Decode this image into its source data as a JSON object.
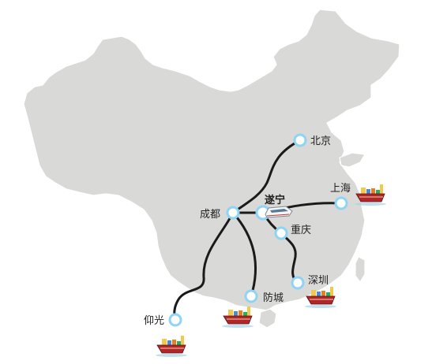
{
  "map": {
    "land_color": "#d9d9d8",
    "route_color": "#1a1a1a",
    "node_color": "#8fd3f5",
    "ship_hull_color": "#b0262b",
    "ship_deck_color": "#f2c94c"
  },
  "cities": {
    "beijing": "北京",
    "suining": "遂宁",
    "shanghai": "上海",
    "chengdu": "成都",
    "chongqing": "重庆",
    "shenzhen": "深圳",
    "fangcheng": "防城",
    "yangon": "仰光"
  },
  "icons": {
    "hub": "high-speed-train-icon",
    "port": "cargo-ship-icon",
    "node": "city-node-icon"
  }
}
